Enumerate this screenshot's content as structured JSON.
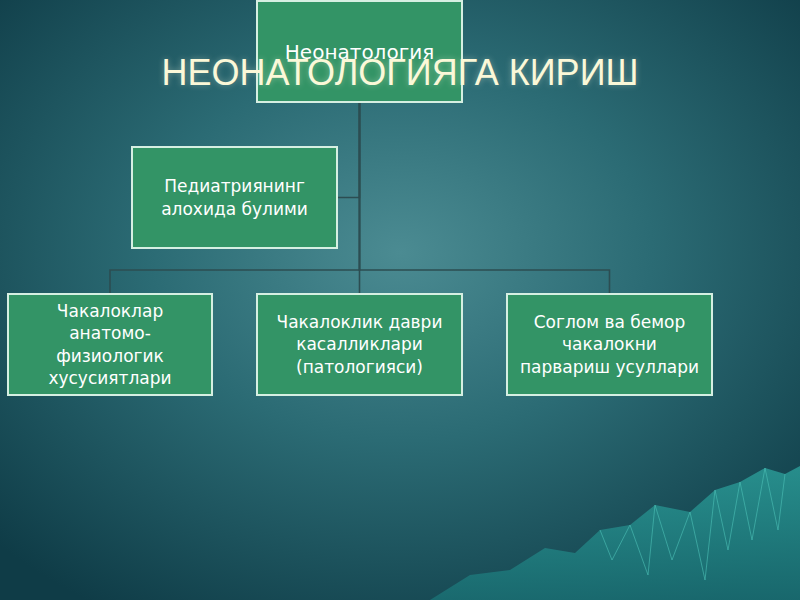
{
  "diagram": {
    "title": "НЕОНАТОЛОГИЯГА КИРИШ",
    "nodes": [
      {
        "text": [
          "Неонатология"
        ]
      },
      {
        "text": [
          "Педиатриянинг алохида булими"
        ]
      },
      {
        "text": [
          "Чакалоклар анатомо- физиологик хусусиятлари"
        ]
      },
      {
        "text": [
          "Чакалоклик даври касалликлари (патологияси)"
        ]
      },
      {
        "text": [
          "Соглом ва бемор чакалокни парвариш усуллари"
        ]
      }
    ],
    "edges": [
      {
        "from": 0,
        "to": 1,
        "arrow": "none"
      },
      {
        "from": 0,
        "to": 2,
        "arrow": "none"
      },
      {
        "from": 0,
        "to": 3,
        "arrow": "none"
      },
      {
        "from": 0,
        "to": 4,
        "arrow": "none"
      }
    ]
  }
}
